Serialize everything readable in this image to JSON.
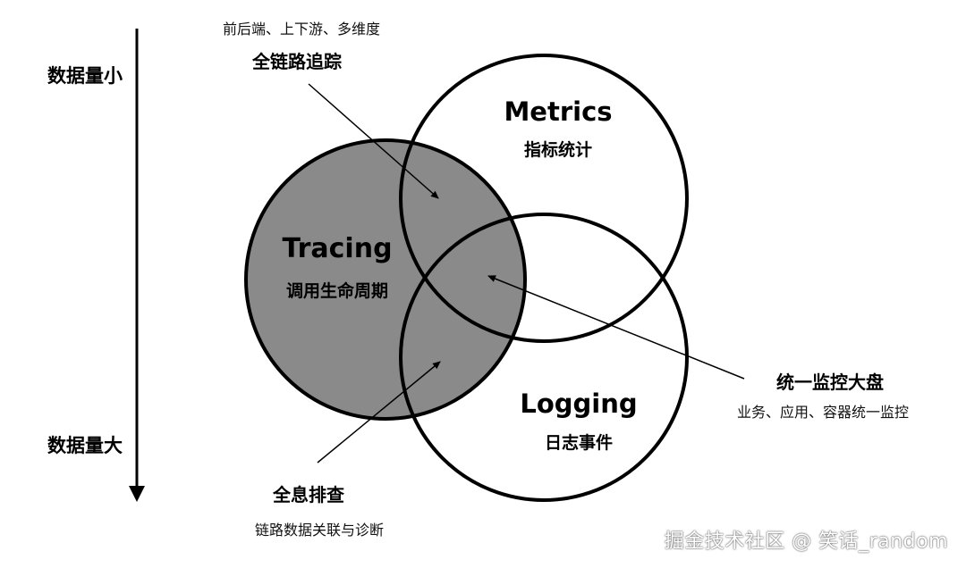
{
  "axis": {
    "top_label": "数据量小",
    "bottom_label": "数据量大"
  },
  "circles": {
    "tracing": {
      "title": "Tracing",
      "subtitle": "调用生命周期",
      "fill": "#8a8a8a"
    },
    "metrics": {
      "title": "Metrics",
      "subtitle": "指标统计"
    },
    "logging": {
      "title": "Logging",
      "subtitle": "日志事件"
    }
  },
  "annotations": {
    "full_trace": {
      "note": "前后端、上下游、多维度",
      "title": "全链路追踪"
    },
    "dashboard": {
      "title": "统一监控大盘",
      "note": "业务、应用、容器统一监控"
    },
    "troubleshoot": {
      "title": "全息排查",
      "note": "链路数据关联与诊断"
    }
  },
  "watermark": "掘金技术社区 @ 笑话_random",
  "colors": {
    "stroke": "#000000",
    "tracing_fill": "#8a8a8a"
  }
}
